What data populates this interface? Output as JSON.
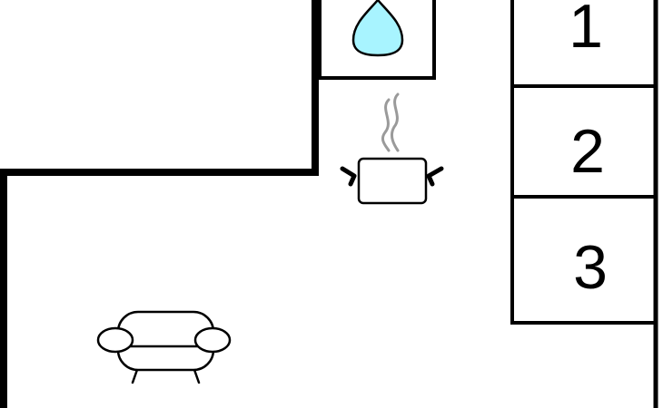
{
  "floorplan": {
    "colors": {
      "wall": "#000000",
      "background": "#ffffff",
      "water": "#a8f4ff",
      "steam": "#9a9a9a"
    },
    "icons": [
      {
        "name": "water-drop-icon"
      },
      {
        "name": "cooking-pot-icon"
      },
      {
        "name": "armchair-icon"
      }
    ],
    "rooms": [
      {
        "label": "1"
      },
      {
        "label": "2"
      },
      {
        "label": "3"
      }
    ]
  }
}
